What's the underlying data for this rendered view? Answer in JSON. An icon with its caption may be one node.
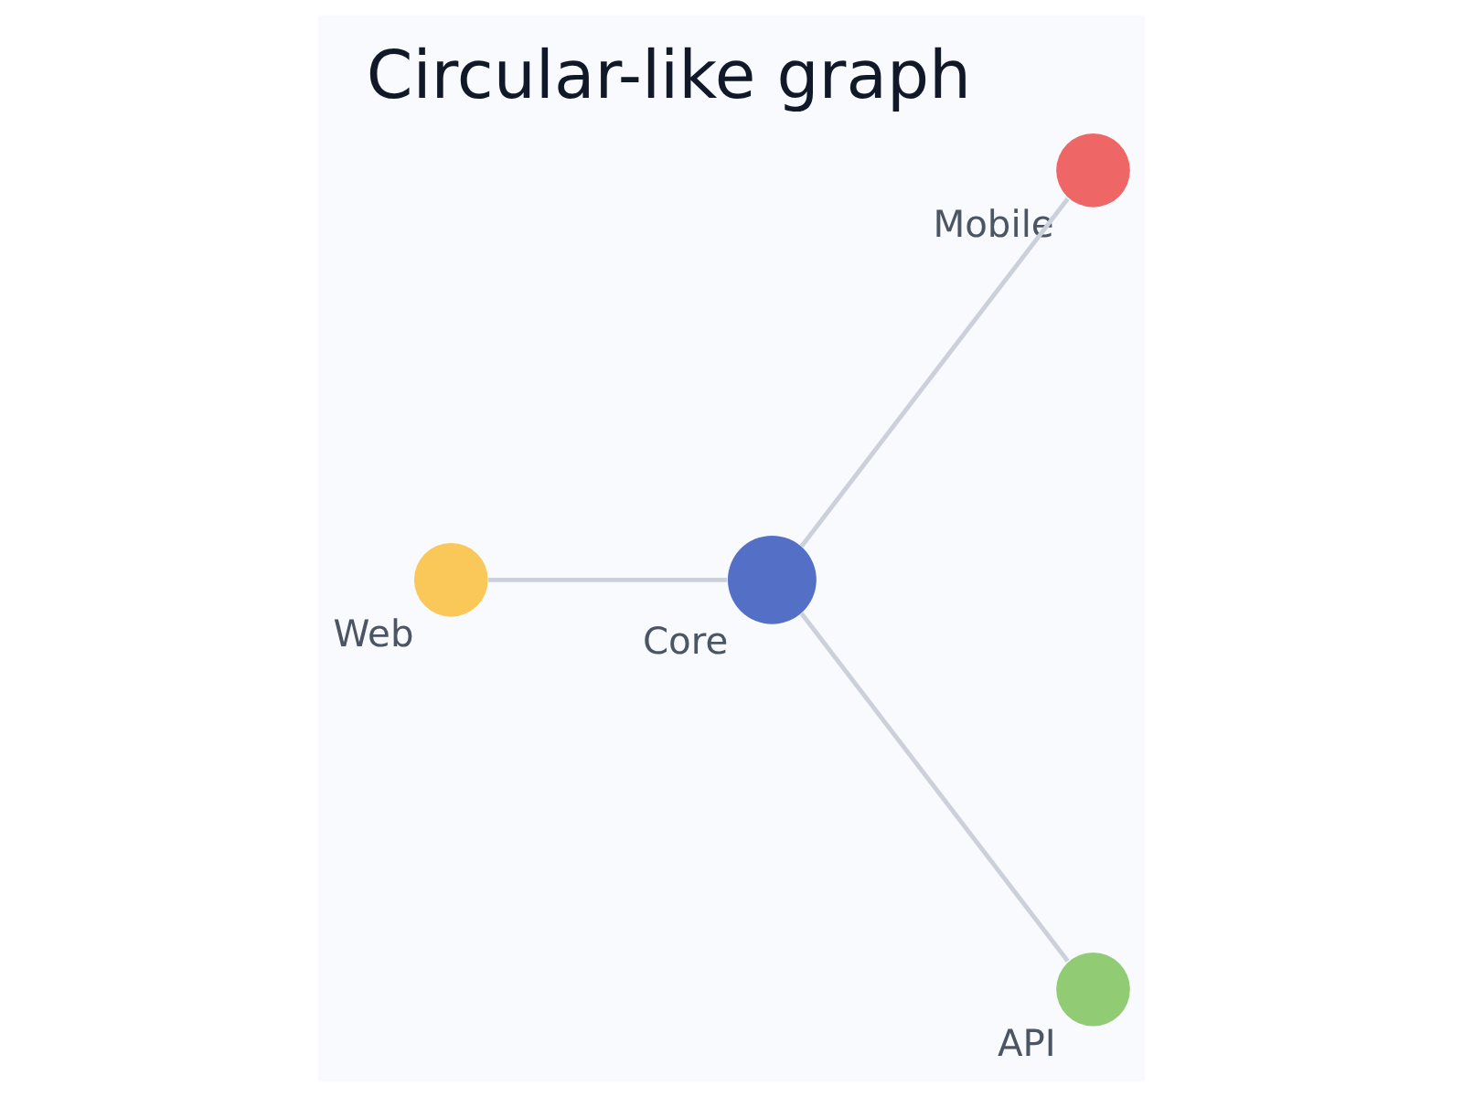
{
  "diagram": {
    "title": "Circular-like graph",
    "nodes": [
      {
        "text": [],
        "shape": "circle",
        "beside": [
          "Mobile"
        ]
      },
      {
        "text": [],
        "shape": "circle",
        "beside": [
          "Web"
        ]
      },
      {
        "text": [],
        "shape": "circle",
        "beside": [
          "Core"
        ]
      },
      {
        "text": [],
        "shape": "circle",
        "beside": [
          "API"
        ]
      }
    ],
    "edges": [
      {
        "from": 1,
        "to": 2,
        "arrow": "none"
      },
      {
        "from": 2,
        "to": 0,
        "arrow": "none"
      },
      {
        "from": 2,
        "to": 3,
        "arrow": "none"
      }
    ]
  }
}
